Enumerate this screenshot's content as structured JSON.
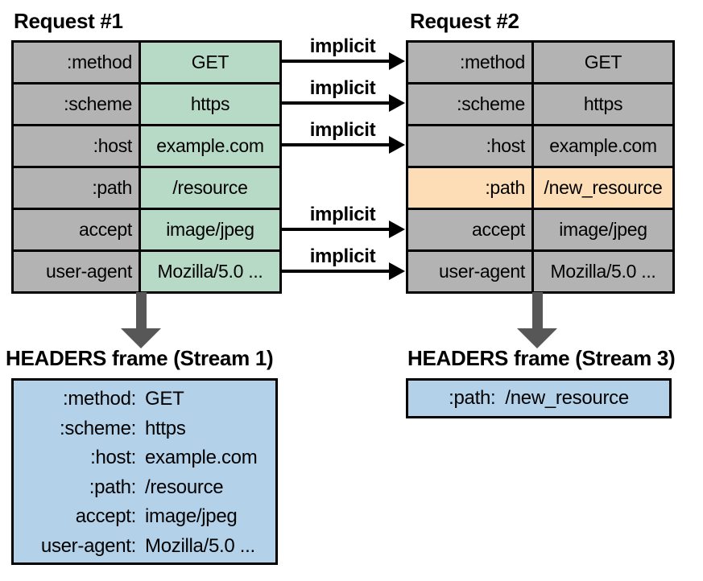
{
  "colors": {
    "bg": "#ffffff",
    "gray": "#b3b3b3",
    "green": "#b6dac5",
    "orange": "#fcddb5",
    "blue": "#b3d2e9",
    "arrow": "#575757",
    "border": "#000000"
  },
  "request1": {
    "title": "Request #1",
    "rows": [
      {
        "key": ":method",
        "value": "GET"
      },
      {
        "key": ":scheme",
        "value": "https"
      },
      {
        "key": ":host",
        "value": "example.com"
      },
      {
        "key": ":path",
        "value": "/resource"
      },
      {
        "key": "accept",
        "value": "image/jpeg"
      },
      {
        "key": "user-agent",
        "value": "Mozilla/5.0 ..."
      }
    ]
  },
  "request2": {
    "title": "Request #2",
    "rows": [
      {
        "key": ":method",
        "value": "GET",
        "highlighted": false
      },
      {
        "key": ":scheme",
        "value": "https",
        "highlighted": false
      },
      {
        "key": ":host",
        "value": "example.com",
        "highlighted": false
      },
      {
        "key": ":path",
        "value": "/new_resource",
        "highlighted": true
      },
      {
        "key": "accept",
        "value": "image/jpeg",
        "highlighted": false
      },
      {
        "key": "user-agent",
        "value": "Mozilla/5.0 ...",
        "highlighted": false
      }
    ]
  },
  "arrows": {
    "label": "implicit",
    "count": 5,
    "target_rows": [
      0,
      1,
      2,
      4,
      5
    ]
  },
  "frame1": {
    "title": "HEADERS frame (Stream 1)",
    "entries": [
      {
        "key": ":method:",
        "value": "GET"
      },
      {
        "key": ":scheme:",
        "value": "https"
      },
      {
        "key": ":host:",
        "value": "example.com"
      },
      {
        "key": ":path:",
        "value": "/resource"
      },
      {
        "key": "accept:",
        "value": "image/jpeg"
      },
      {
        "key": "user-agent:",
        "value": "Mozilla/5.0 ..."
      }
    ]
  },
  "frame2": {
    "title": "HEADERS frame (Stream 3)",
    "entries": [
      {
        "key": ":path:",
        "value": "/new_resource"
      }
    ]
  }
}
